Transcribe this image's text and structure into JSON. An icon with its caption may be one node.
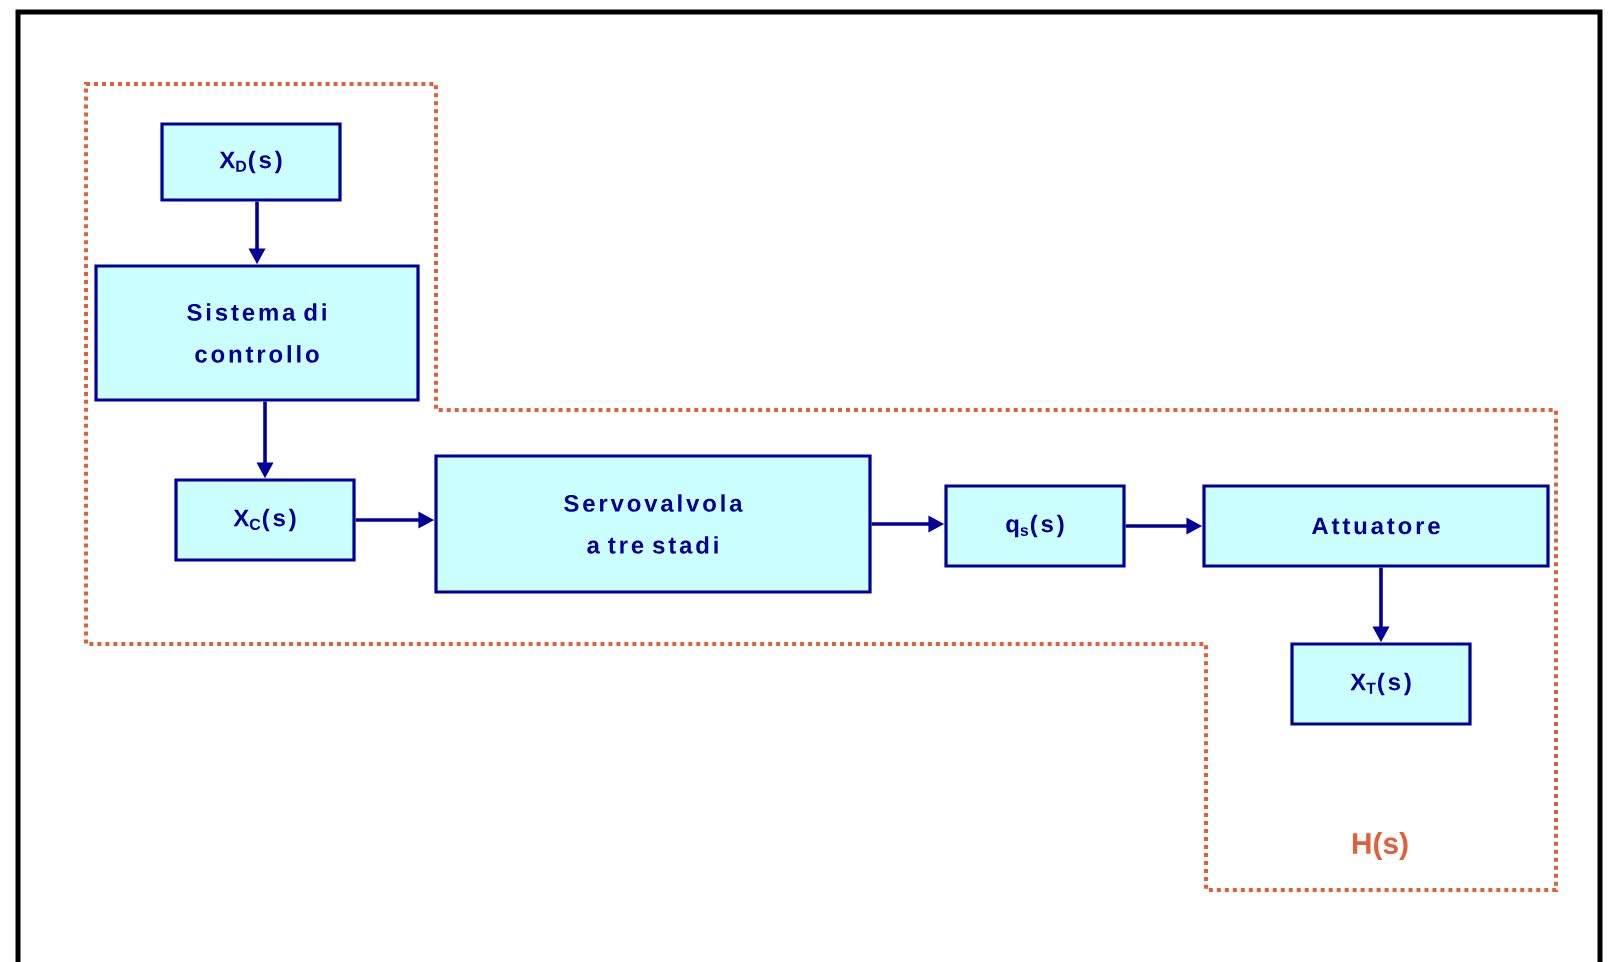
{
  "diagram": {
    "nodes": [
      {
        "text": [
          "H(s)"
        ]
      },
      {
        "text": [
          "X$_{D}$(s)"
        ],
        "in": 0
      },
      {
        "text": [
          "Sistema di controllo"
        ],
        "in": 0
      },
      {
        "text": [
          "X$_{C}$(s)"
        ],
        "in": 0
      },
      {
        "text": [
          "Servovalvola a tre stadi"
        ],
        "in": 0
      },
      {
        "text": [
          "q$_{s}$(s)"
        ],
        "in": 0
      },
      {
        "text": [
          "Attuatore"
        ],
        "in": 0
      },
      {
        "text": [
          "X$_{T}$(s)"
        ],
        "in": 0
      }
    ],
    "edges": [
      {
        "from": 1,
        "to": 2,
        "arrow": "to"
      },
      {
        "from": 2,
        "to": 3,
        "arrow": "to"
      },
      {
        "from": 3,
        "to": 4,
        "arrow": "to"
      },
      {
        "from": 4,
        "to": 5,
        "arrow": "to"
      },
      {
        "from": 5,
        "to": 6,
        "arrow": "to"
      },
      {
        "from": 6,
        "to": 7,
        "arrow": "to"
      }
    ]
  }
}
